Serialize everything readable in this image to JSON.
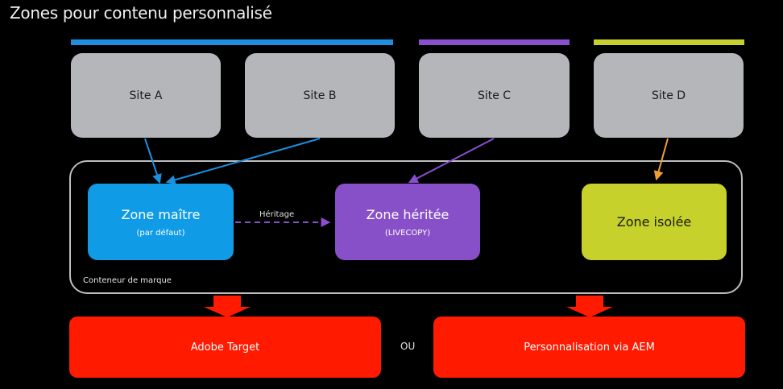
{
  "title": "Zones pour contenu personnalisé",
  "colors": {
    "blue": "#1d8fe0",
    "purple": "#8a4fd0",
    "lime": "#c6d12b",
    "site_gray": "#b4b6ba",
    "red": "#ff1a00",
    "orange_arrow": "#f0a030"
  },
  "sites": [
    {
      "label": "Site A"
    },
    {
      "label": "Site B"
    },
    {
      "label": "Site C"
    },
    {
      "label": "Site D"
    }
  ],
  "brand_container_label": "Conteneur de marque",
  "zones": {
    "master": {
      "label": "Zone maître",
      "sub": "(par défaut)"
    },
    "inherited": {
      "label": "Zone héritée",
      "sub": "(LIVECOPY)"
    },
    "isolated": {
      "label": "Zone isolée"
    }
  },
  "inheritance_label": "Héritage",
  "targets": {
    "adobe_target": "Adobe Target",
    "or_label": "OU",
    "aem": "Personnalisation via AEM"
  }
}
